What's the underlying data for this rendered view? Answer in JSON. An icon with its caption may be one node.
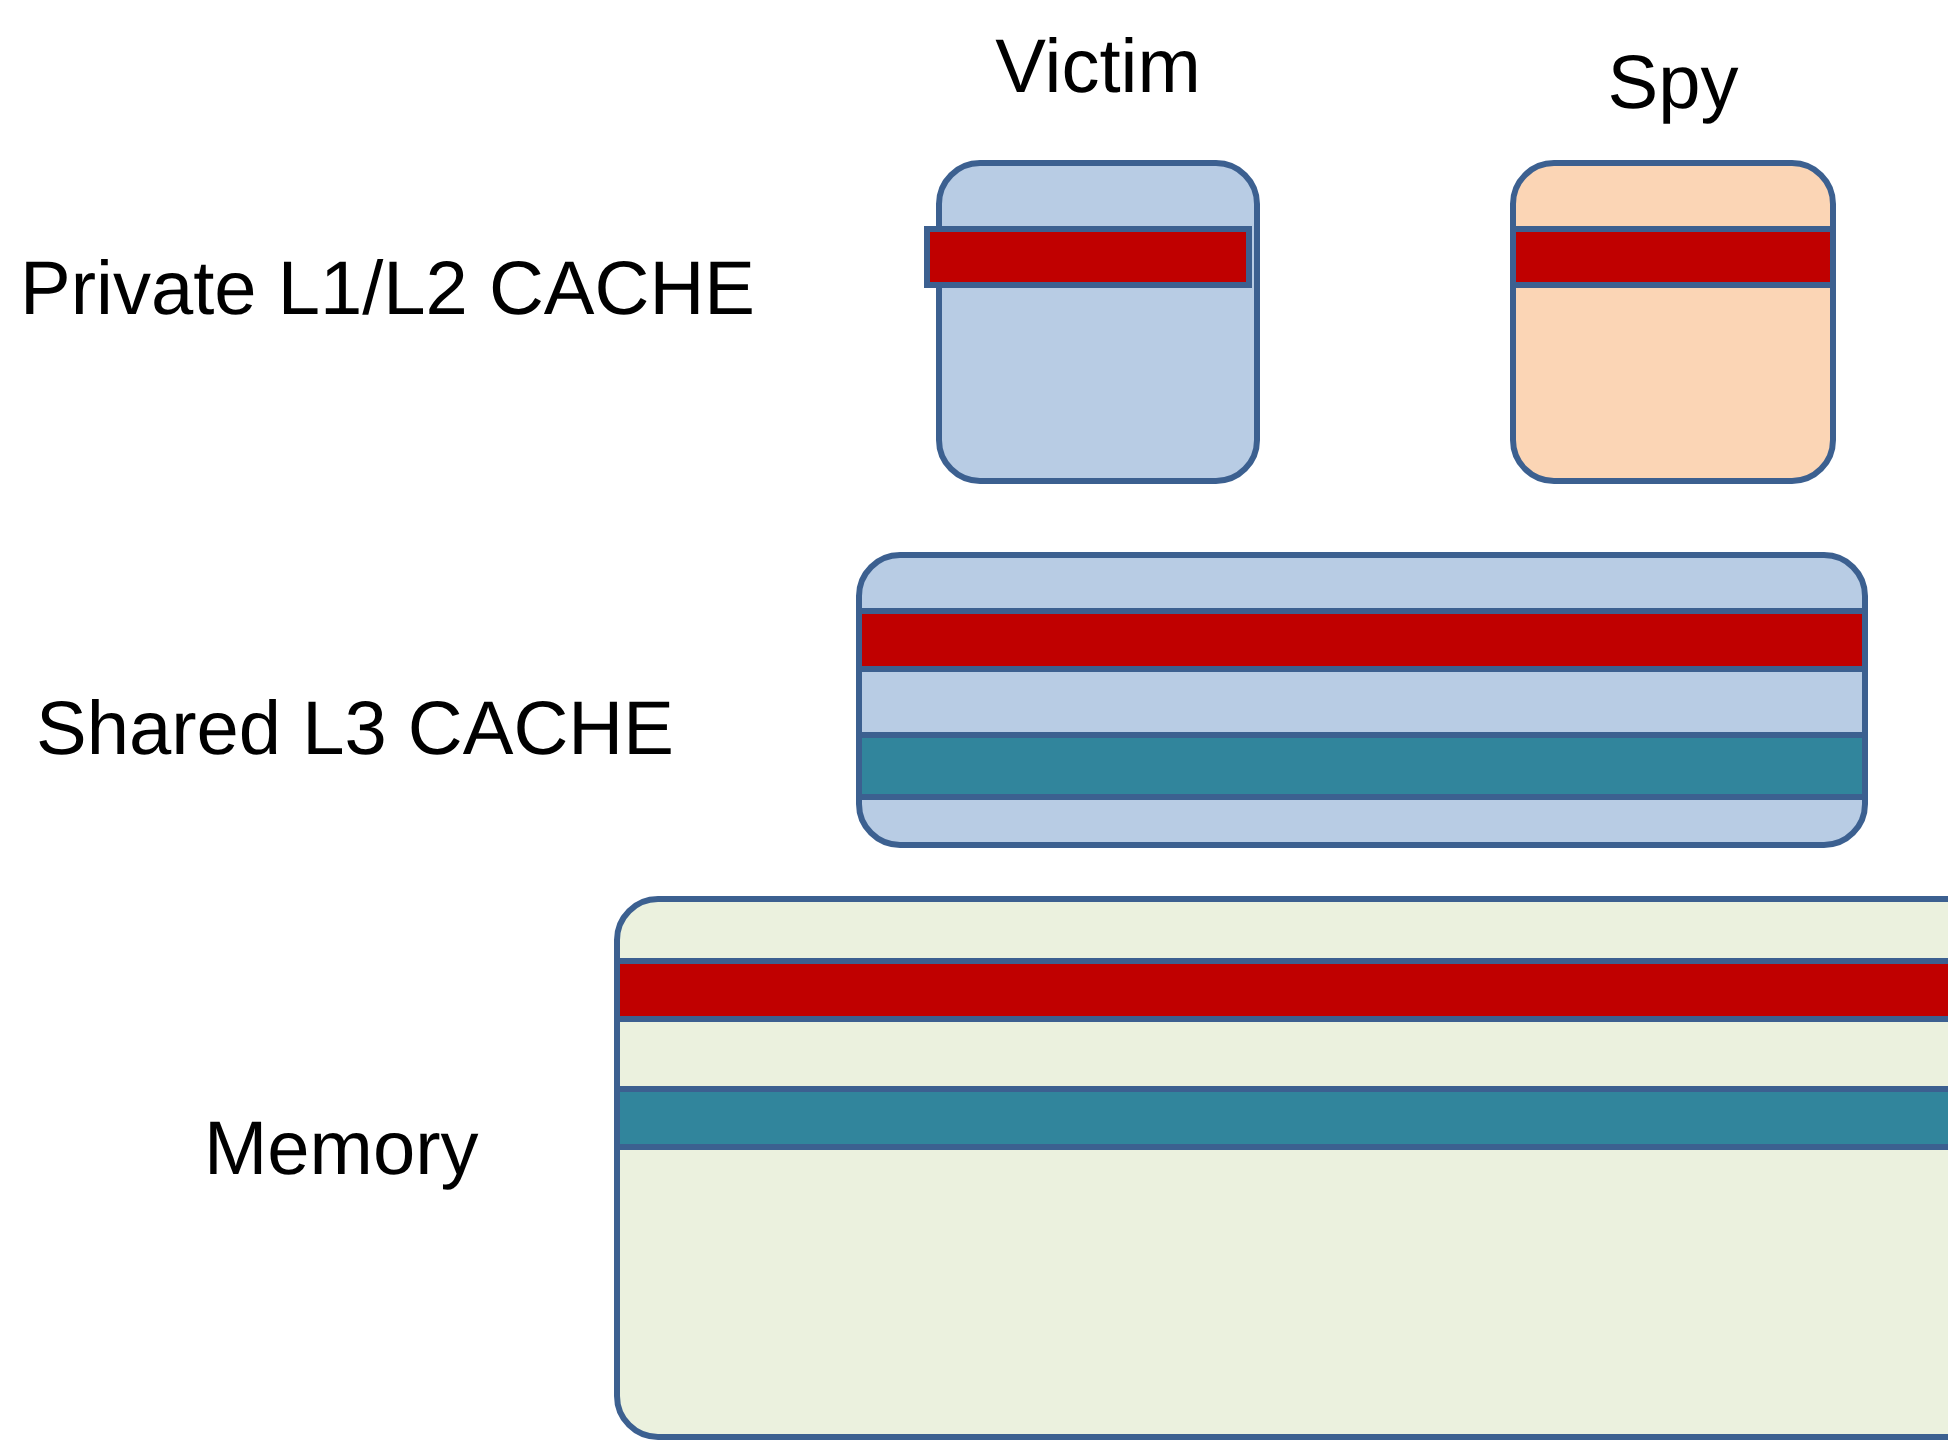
{
  "diagram": {
    "nodes": [
      {
        "text": [
          "Victim"
        ]
      },
      {
        "text": [],
        "shape": "bar",
        "in": 0
      },
      {
        "text": [
          "Spy"
        ]
      },
      {
        "text": [],
        "shape": "bar",
        "in": 2
      },
      {
        "text": [],
        "shape": "box"
      },
      {
        "text": [],
        "shape": "bar",
        "in": 4
      },
      {
        "text": [],
        "shape": "bar",
        "in": 4
      },
      {
        "text": [],
        "shape": "box"
      },
      {
        "text": [],
        "shape": "bar",
        "in": 7
      },
      {
        "text": [],
        "shape": "bar",
        "in": 7
      }
    ],
    "labels": [
      "Private L1/L2 CACHE",
      "Shared L3 CACHE",
      "Memory"
    ]
  }
}
